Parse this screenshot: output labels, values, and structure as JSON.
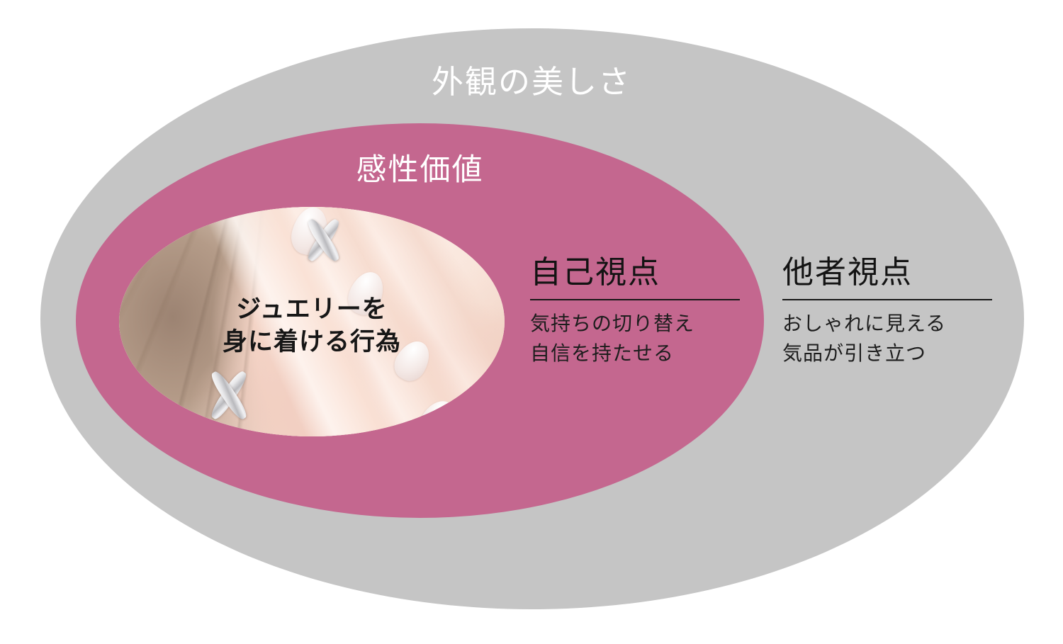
{
  "diagram": {
    "type": "concentric-ellipse-venn",
    "colors": {
      "outer_fill": "#c5c5c5",
      "middle_fill": "#c4678f",
      "inner_fill": "#f6e7e2",
      "heading_text": "#131313",
      "label_text_on_fill": "#ffffff",
      "rule": "#171717",
      "background": "#ffffff"
    },
    "outer": {
      "label": "外観の美しさ"
    },
    "middle": {
      "label": "感性価値"
    },
    "inner": {
      "caption": "ジュエリーを\n身に着ける行為",
      "photo_alt": "X字モチーフのシルバーのイヤリングとリングを身に着けた女性の首元と手"
    },
    "perspectives": [
      {
        "id": "self",
        "heading": "自己視点",
        "details": "気持ちの切り替え\n自信を持たせる"
      },
      {
        "id": "other",
        "heading": "他者視点",
        "details": "おしゃれに見える\n気品が引き立つ"
      }
    ]
  }
}
